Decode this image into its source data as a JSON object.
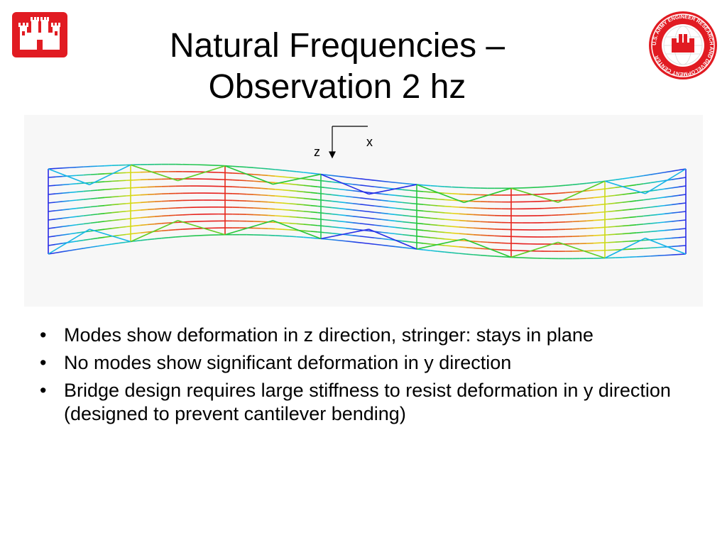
{
  "title": {
    "line1": "Natural Frequencies –",
    "line2": "Observation 2 hz"
  },
  "logos": {
    "left_icon": "castle-icon",
    "right_icon": "castle-seal-icon",
    "seal_text": "U.S. ARMY ENGINEER RESEARCH AND DEVELOPMENT CENTER",
    "brand_red": "#e11b22"
  },
  "figure": {
    "axis_x_label": "x",
    "axis_z_label": "z"
  },
  "bullets": [
    "Modes show deformation in z direction, stringer: stays in plane",
    "No modes show significant deformation in y direction",
    "Bridge design requires large stiffness to resist deformation in y direction (designed to prevent cantilever bending)"
  ]
}
